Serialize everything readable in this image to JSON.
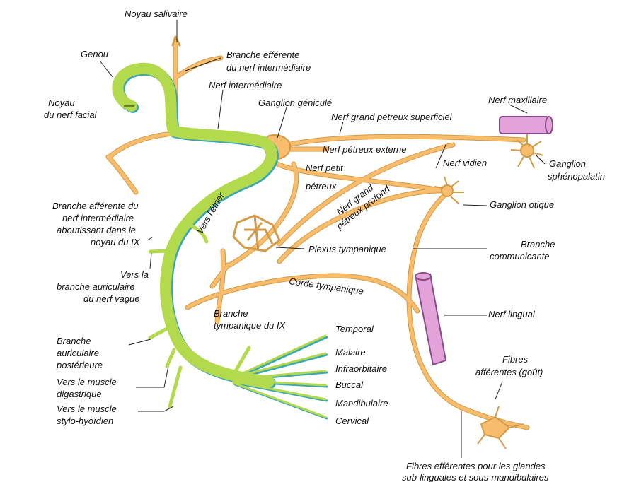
{
  "colors": {
    "facial": "#b3d94d",
    "facial_shadow": "#3aa7b5",
    "branch": "#f7bd6c",
    "branch_edge": "#d49a45",
    "vessel": "#e3a3d8",
    "vessel_edge": "#8a4a8d",
    "leader": "#222222"
  },
  "labels": {
    "noyau_salivaire": "Noyau salivaire",
    "branche_efferente_1": "Branche efférente",
    "branche_efferente_2": "du nerf intermédiaire",
    "genou": "Genou",
    "noyau_facial_1": "Noyau",
    "noyau_facial_2": "du nerf facial",
    "nerf_intermediaire": "Nerf intermédiaire",
    "ganglion_genicule": "Ganglion géniculé",
    "grand_petreux_sup": "Nerf grand pétreux superficiel",
    "nerf_maxillaire": "Nerf maxillaire",
    "petreux_externe": "Nerf pétreux externe",
    "nerf_vidien": "Nerf vidien",
    "ganglion_spheno_1": "Ganglion",
    "ganglion_spheno_2": "sphénopalatin",
    "nerf_petit": "Nerf  petit",
    "petreux": "pétreux",
    "grand_profond_1": "Nerf grand",
    "grand_profond_2": "pétreux profond",
    "ganglion_otique": "Ganglion otique",
    "branche_afferente_1": "Branche afférente du",
    "branche_afferente_2": "nerf intermédiaire",
    "branche_afferente_3": "aboutissant dans le",
    "branche_afferente_4": "noyau du IX",
    "vers_etrier": "Vers l'étrier",
    "plexus_tympanique": "Plexus tympanique",
    "branche_comm_1": "Branche",
    "branche_comm_2": "communicante",
    "vers_la_1": "Vers la",
    "vers_la_2": "branche auriculaire",
    "vers_la_3": "du nerf vague",
    "corde_tympanique": "Corde tympanique",
    "branche_tymp_1": "Branche",
    "branche_tymp_2": "tympanique du IX",
    "nerf_lingual": "Nerf lingual",
    "temporal": "Temporal",
    "bap_1": "Branche",
    "bap_2": "auriculaire",
    "bap_3": "postérieure",
    "malaire": "Malaire",
    "infraorbitaire": "Infraorbitaire",
    "fibres_aff_1": "Fibres",
    "fibres_aff_2": "afférentes (goût)",
    "digastrique_1": "Vers le muscle",
    "digastrique_2": "digastrique",
    "buccal": "Buccal",
    "mandibulaire": "Mandibulaire",
    "stylo_1": "Vers le muscle",
    "stylo_2": "stylo-hyoïdien",
    "cervical": "Cervical",
    "fibres_eff_1": "Fibres efférentes pour les glandes",
    "fibres_eff_2": "sub-linguales et sous-mandibulaires"
  }
}
